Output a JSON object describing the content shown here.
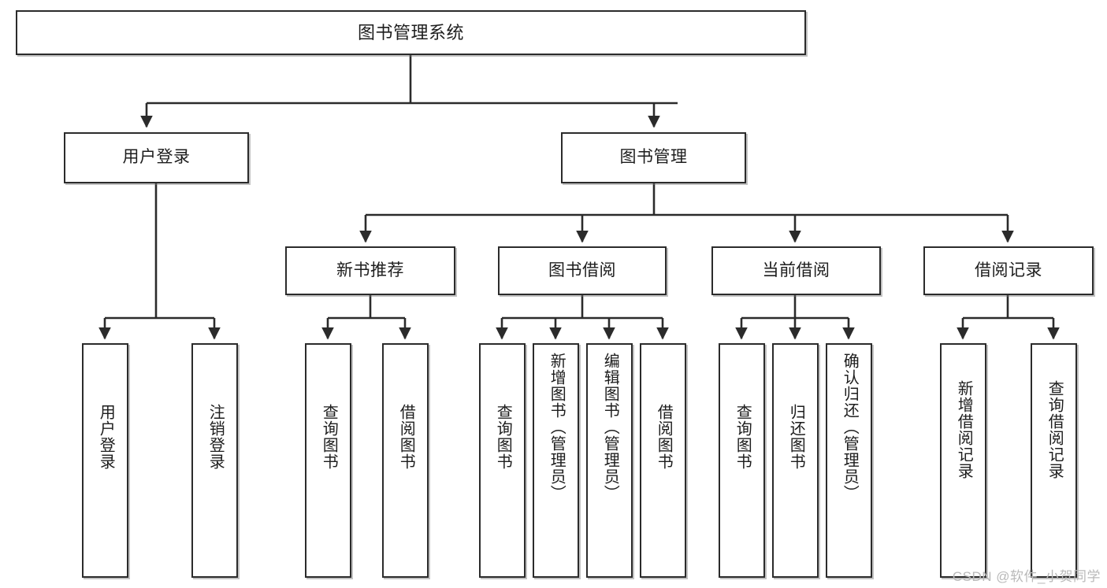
{
  "diagram": {
    "type": "hierarchy-tree",
    "title": "图书管理系统",
    "root": {
      "label": "图书管理系统"
    },
    "level2": [
      {
        "label": "用户登录"
      },
      {
        "label": "图书管理"
      }
    ],
    "level3": [
      {
        "label": "新书推荐"
      },
      {
        "label": "图书借阅"
      },
      {
        "label": "当前借阅"
      },
      {
        "label": "借阅记录"
      }
    ],
    "leaves": {
      "user_login": [
        {
          "label": "用户登录"
        },
        {
          "label": "注销登录"
        }
      ],
      "new_book": [
        {
          "label": "查询图书"
        },
        {
          "label": "借阅图书"
        }
      ],
      "book_borrow": [
        {
          "label": "查询图书"
        },
        {
          "label": "新增图书（管理员）"
        },
        {
          "label": "编辑图书（管理员）"
        },
        {
          "label": "借阅图书"
        }
      ],
      "current_borrow": [
        {
          "label": "查询图书"
        },
        {
          "label": "归还图书"
        },
        {
          "label": "确认归还（管理员）"
        }
      ],
      "borrow_record": [
        {
          "label": "新增借阅记录"
        },
        {
          "label": "查询借阅记录"
        }
      ]
    }
  },
  "watermark": {
    "text": "CSDN @软件_小贺同学"
  },
  "colors": {
    "box_border": "#2b2b2b",
    "box_fill": "#ffffff",
    "edge": "#2b2b2b",
    "text": "#1d1d1d",
    "watermark": "#b9b9b9",
    "background": "#ffffff"
  }
}
